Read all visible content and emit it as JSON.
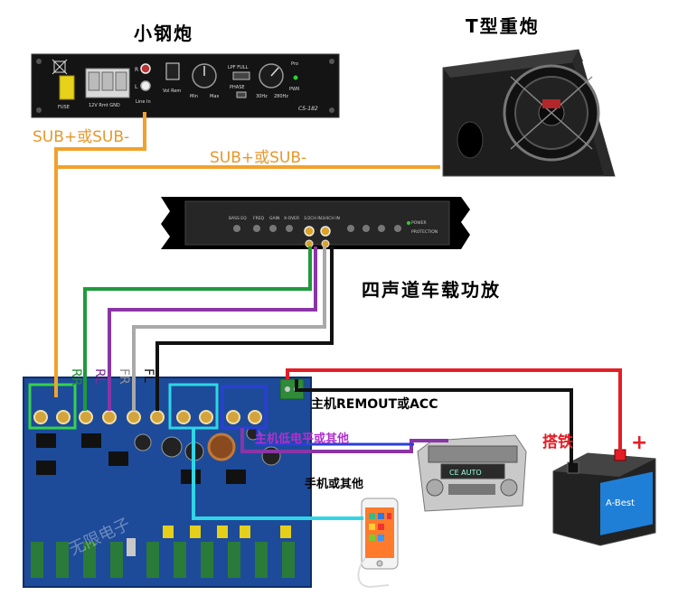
{
  "titles": {
    "small_amp": "小钢炮",
    "subwoofer": "T型重炮",
    "four_channel_amp": "四声道车载功放"
  },
  "small_amp_panel": {
    "fuse": "FUSE",
    "power_terms": "12V  Rmt  GND",
    "line_in": "Line In",
    "r": "R",
    "l": "L",
    "vol_rem": "Vol Rem",
    "min": "Min",
    "max": "Max",
    "lpf_full": "LPF  FULL",
    "phase": "PHASE",
    "hz_30": "30Hz",
    "hz_280": "280Hz",
    "pro": "Pro",
    "pwr": "PWR",
    "model": "CS-182"
  },
  "amp4_panel": {
    "bass_eq": "BASS EQ",
    "freq": "FREQ",
    "gain": "GAIN",
    "x_over": "X-OVER",
    "ch12": "1/2CH IN",
    "ch34": "3/4CH IN",
    "power": "POWER",
    "protection": "PROTECTION"
  },
  "wire_labels": {
    "sub_left": "SUB+或SUB-",
    "sub_right": "SUB+或SUB-",
    "rr": "RR",
    "rl": "RL",
    "fr": "FR",
    "fl": "FL",
    "remout": "主机REMOUT或ACC",
    "low_level": "主机低电平或其他",
    "phone": "手机或其他",
    "ground": "搭铁",
    "plus": "+"
  },
  "wire_colors": {
    "orange": "#f2a12c",
    "green": "#1f9a3c",
    "purple": "#8a35a6",
    "gray": "#a9a9a9",
    "black": "#111111",
    "blue": "#2b3fd6",
    "cyan": "#2fd6e6",
    "red": "#e41e26",
    "highlight_green": "#35d24c"
  },
  "label_colors": {
    "sub": "#e8972b",
    "rr": "#1f8f34",
    "rl": "#7b2c99",
    "fr": "#8f8f8f",
    "fl": "#111111",
    "remout": "#000000",
    "low_level": "#b030d0",
    "phone": "#000000",
    "ground": "#e41e26"
  },
  "head_unit_display": "CE AUTO",
  "battery_brand": "A-Best",
  "watermark": "无限电子"
}
